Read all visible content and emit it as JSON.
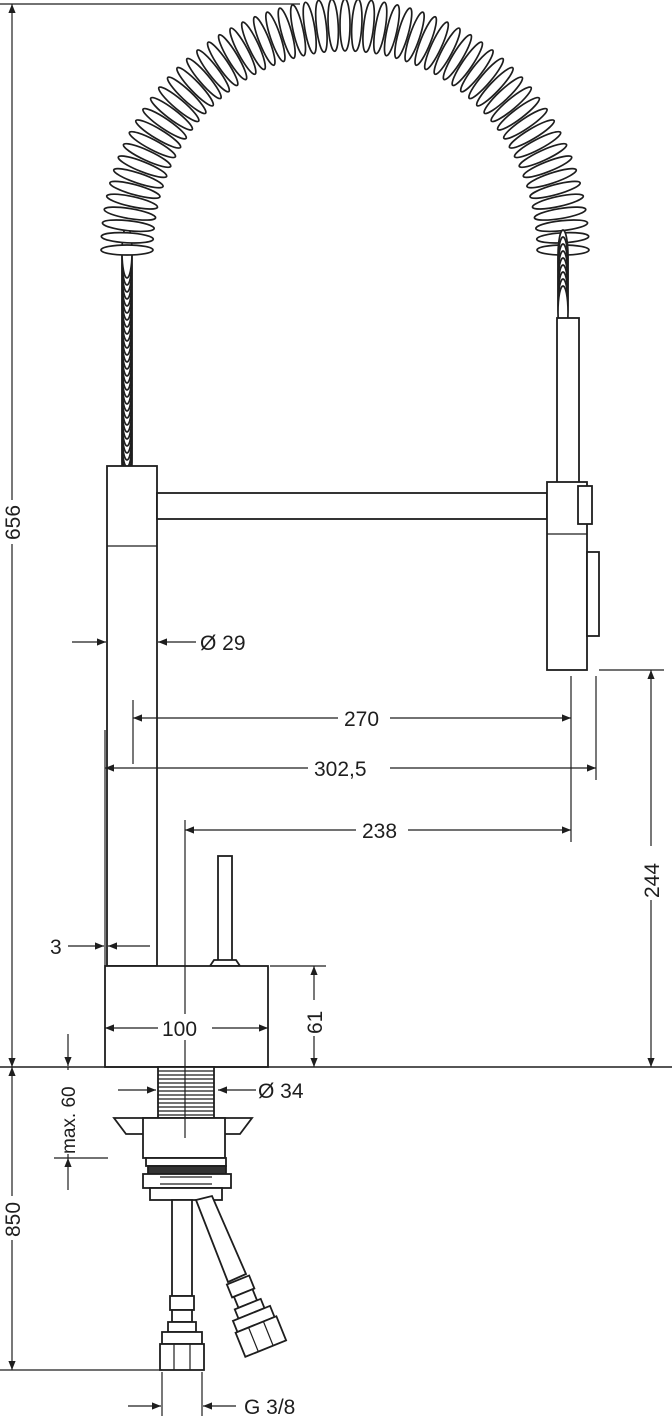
{
  "dimensions": {
    "total_height": "656",
    "below_deck": "850",
    "diameter_spout": "Ø 29",
    "reach_270": "270",
    "reach_302": "302,5",
    "reach_238": "238",
    "height_244": "244",
    "offset_3": "3",
    "base_width": "100",
    "base_height": "61",
    "max_deck": "max. 60",
    "diameter_shank": "Ø 34",
    "thread": "G 3/8"
  }
}
